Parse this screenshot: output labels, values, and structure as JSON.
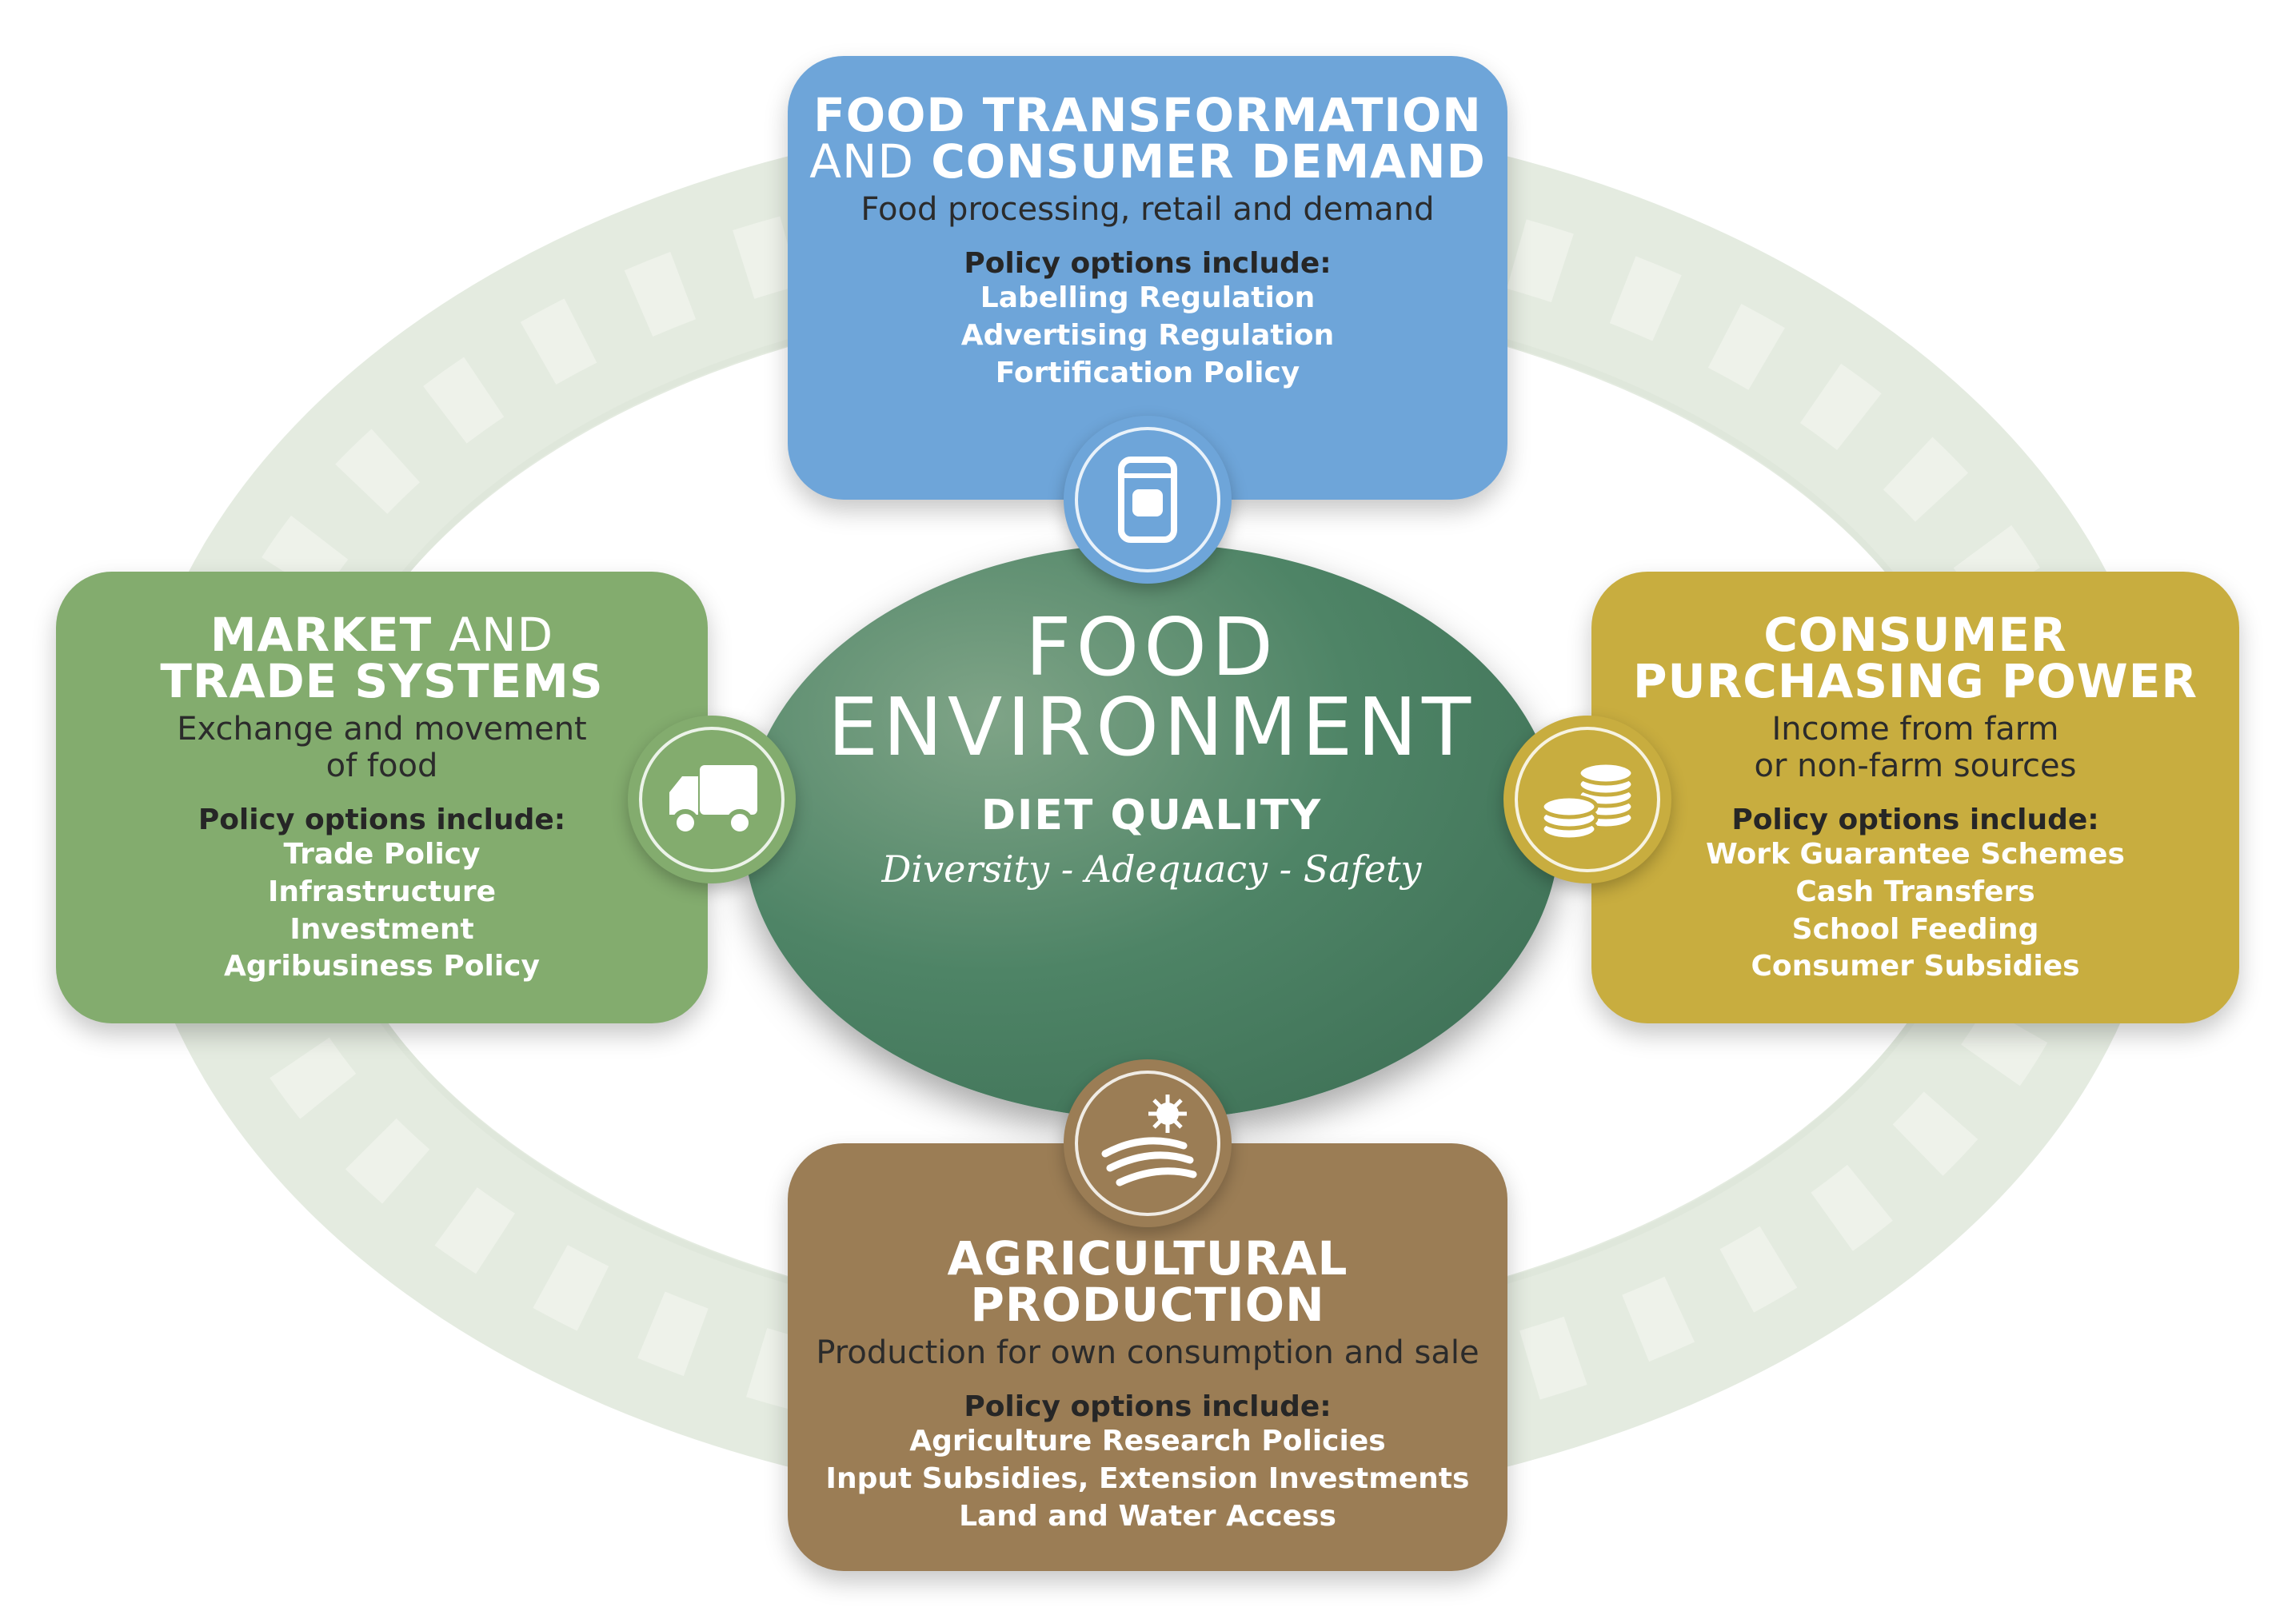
{
  "center": {
    "title_line1": "FOOD",
    "title_line2": "ENVIRONMENT",
    "diet_quality": "DIET QUALITY",
    "diet_attributes": "Diversity - Adequacy - Safety"
  },
  "boxes": {
    "top": {
      "title_line1": "FOOD TRANSFORMATION",
      "title_line2_thin": "AND",
      "title_line2_bold": "CONSUMER DEMAND",
      "subtitle_line1": "Food processing, retail and demand",
      "policy_heading": "Policy options include:",
      "options": [
        "Labelling Regulation",
        "Advertising Regulation",
        "Fortification Policy"
      ],
      "color": "#6ea5d9",
      "icon": "canned-food-icon"
    },
    "left": {
      "title_line1_bold": "MARKET",
      "title_line1_thin": "AND",
      "title_line2": "TRADE SYSTEMS",
      "subtitle_line1": "Exchange and movement",
      "subtitle_line2": "of food",
      "policy_heading": "Policy options include:",
      "options": [
        "Trade Policy",
        "Infrastructure",
        "Investment",
        "Agribusiness Policy"
      ],
      "color": "#83ac6e",
      "icon": "truck-icon"
    },
    "right": {
      "title_line1": "CONSUMER",
      "title_line2": "PURCHASING POWER",
      "subtitle_line1": "Income from farm",
      "subtitle_line2": "or non-farm sources",
      "policy_heading": "Policy options include:",
      "options": [
        "Work Guarantee Schemes",
        "Cash Transfers",
        "School Feeding",
        "Consumer Subsidies"
      ],
      "color": "#c8ad3f",
      "icon": "coins-icon"
    },
    "bottom": {
      "title_line1": "AGRICULTURAL",
      "title_line2": "PRODUCTION",
      "subtitle_line1": "Production for own consumption and sale",
      "policy_heading": "Policy options include:",
      "options": [
        "Agriculture Research Policies",
        "Input Subsidies, Extension Investments",
        "Land and Water Access"
      ],
      "color": "#9b7d55",
      "icon": "sun-field-icon"
    }
  }
}
